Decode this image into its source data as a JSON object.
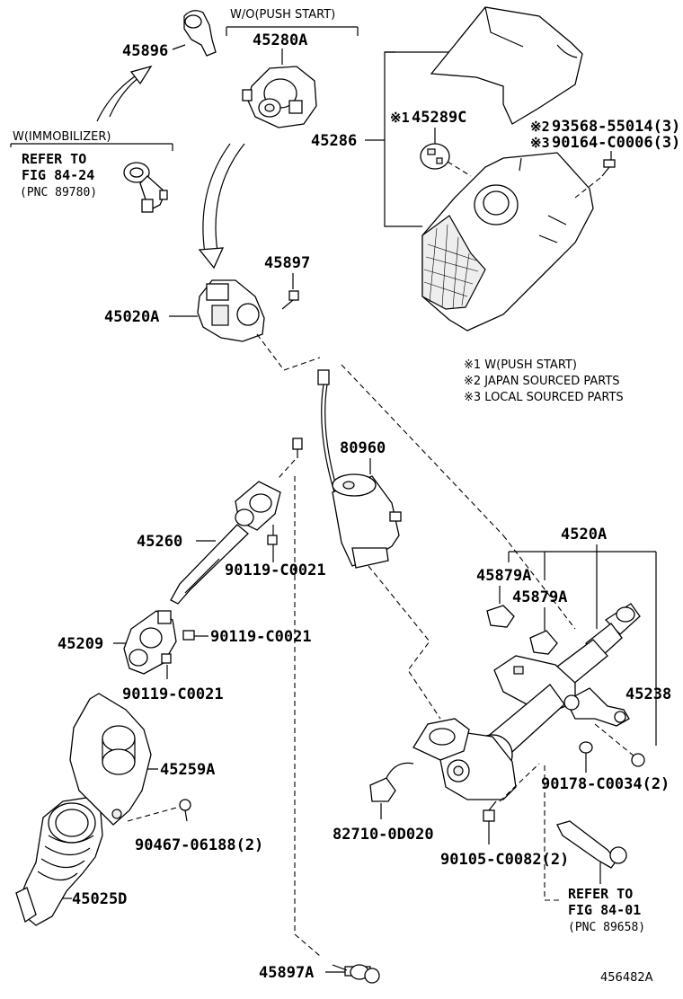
{
  "diagram_id": "456482A",
  "parts": {
    "p45896": "45896",
    "p45280A": "45280A",
    "p45286": "45286",
    "p45289C": "45289C",
    "p93568": "93568-55014(3)",
    "p90164": "90164-C0006(3)",
    "p45897": "45897",
    "p45020A": "45020A",
    "p80960": "80960",
    "p45260": "45260",
    "p90119a": "90119-C0021",
    "p45209": "45209",
    "p90119b": "90119-C0021",
    "p90119c": "90119-C0021",
    "p45259A": "45259A",
    "p90467": "90467-06188(2)",
    "p45025D": "45025D",
    "p45897A": "45897A",
    "p4520A": "4520A",
    "p45879Aa": "45879A",
    "p45879Ab": "45879A",
    "p45238": "45238",
    "p90178": "90178-C0034(2)",
    "p82710": "82710-0D020",
    "p90105": "90105-C0082(2)"
  },
  "marks": {
    "m1": "※1",
    "m2": "※2",
    "m3": "※3"
  },
  "labels": {
    "wo_push_start": "W/O(PUSH START)",
    "w_immobilizer": "W(IMMOBILIZER)"
  },
  "refs": {
    "ref1_line1": "REFER TO",
    "ref1_line2": "FIG 84-24",
    "ref1_line3": "(PNC 89780)",
    "ref2_line1": "REFER TO",
    "ref2_line2": "FIG 84-01",
    "ref2_line3": "(PNC 89658)"
  },
  "legend": {
    "l1": "※1 W(PUSH START)",
    "l2": "※2 JAPAN SOURCED PARTS",
    "l3": "※3 LOCAL SOURCED PARTS"
  }
}
